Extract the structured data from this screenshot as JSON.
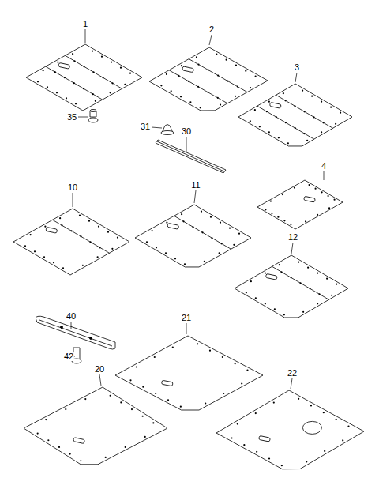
{
  "diagram": {
    "labels": [
      "1",
      "2",
      "3",
      "35",
      "31",
      "30",
      "4",
      "10",
      "11",
      "12",
      "40",
      "42",
      "21",
      "20",
      "22"
    ]
  }
}
